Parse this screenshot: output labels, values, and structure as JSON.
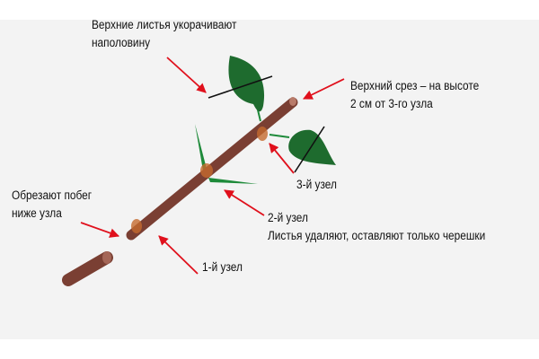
{
  "labels": {
    "top_leaves": [
      "Верхние листья укорачивают",
      "наполовину"
    ],
    "top_cut": [
      "Верхний срез – на высоте",
      "2 см от 3-го узла"
    ],
    "node3": "3-й узел",
    "cut_below": [
      "Обрезают побег",
      "ниже узла"
    ],
    "node2": [
      "2-й узел",
      "Листья удаляют, оставляют только черешки"
    ],
    "node1": "1-й узел"
  },
  "colors": {
    "stem": "#7a3f33",
    "node": "#c46a2e",
    "leaf": "#1e6b2e",
    "arrow": "#e0101c",
    "background": "#f3f3f3"
  }
}
